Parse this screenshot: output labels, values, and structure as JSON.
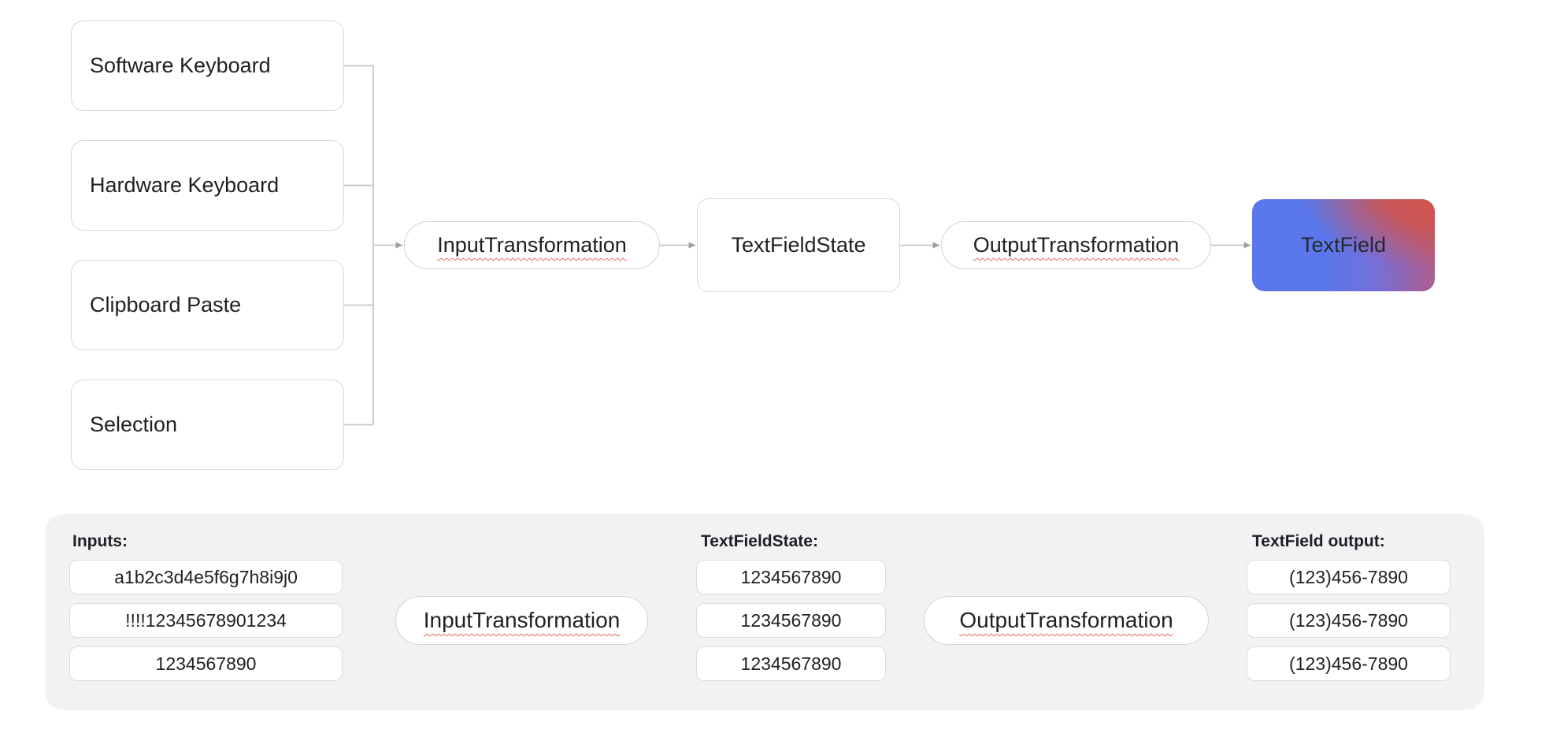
{
  "top_flow": {
    "sources": [
      {
        "label": "Software Keyboard"
      },
      {
        "label": "Hardware Keyboard"
      },
      {
        "label": "Clipboard Paste"
      },
      {
        "label": "Selection"
      }
    ],
    "input_transformation": "InputTransformation",
    "text_field_state": "TextFieldState",
    "output_transformation": "OutputTransformation",
    "text_field": "TextField"
  },
  "bottom_flow": {
    "inputs_title": "Inputs:",
    "inputs": [
      "a1b2c3d4e5f6g7h8i9j0",
      "!!!!12345678901234",
      "1234567890"
    ],
    "input_transformation": "InputTransformation",
    "state_title": "TextFieldState:",
    "states": [
      "1234567890",
      "1234567890",
      "1234567890"
    ],
    "output_transformation": "OutputTransformation",
    "output_title": "TextField output:",
    "outputs": [
      "(123)456-7890",
      "(123)456-7890",
      "(123)456-7890"
    ]
  },
  "colors": {
    "gradient_blue": "#5A78EC",
    "gradient_red": "#D2544A",
    "squiggle_red": "#E06A58",
    "connector_gray": "#C5C8CC",
    "arrowhead_gray": "#9CA1A7",
    "panel_background": "#F1F2F4",
    "node_text": "#202124"
  }
}
